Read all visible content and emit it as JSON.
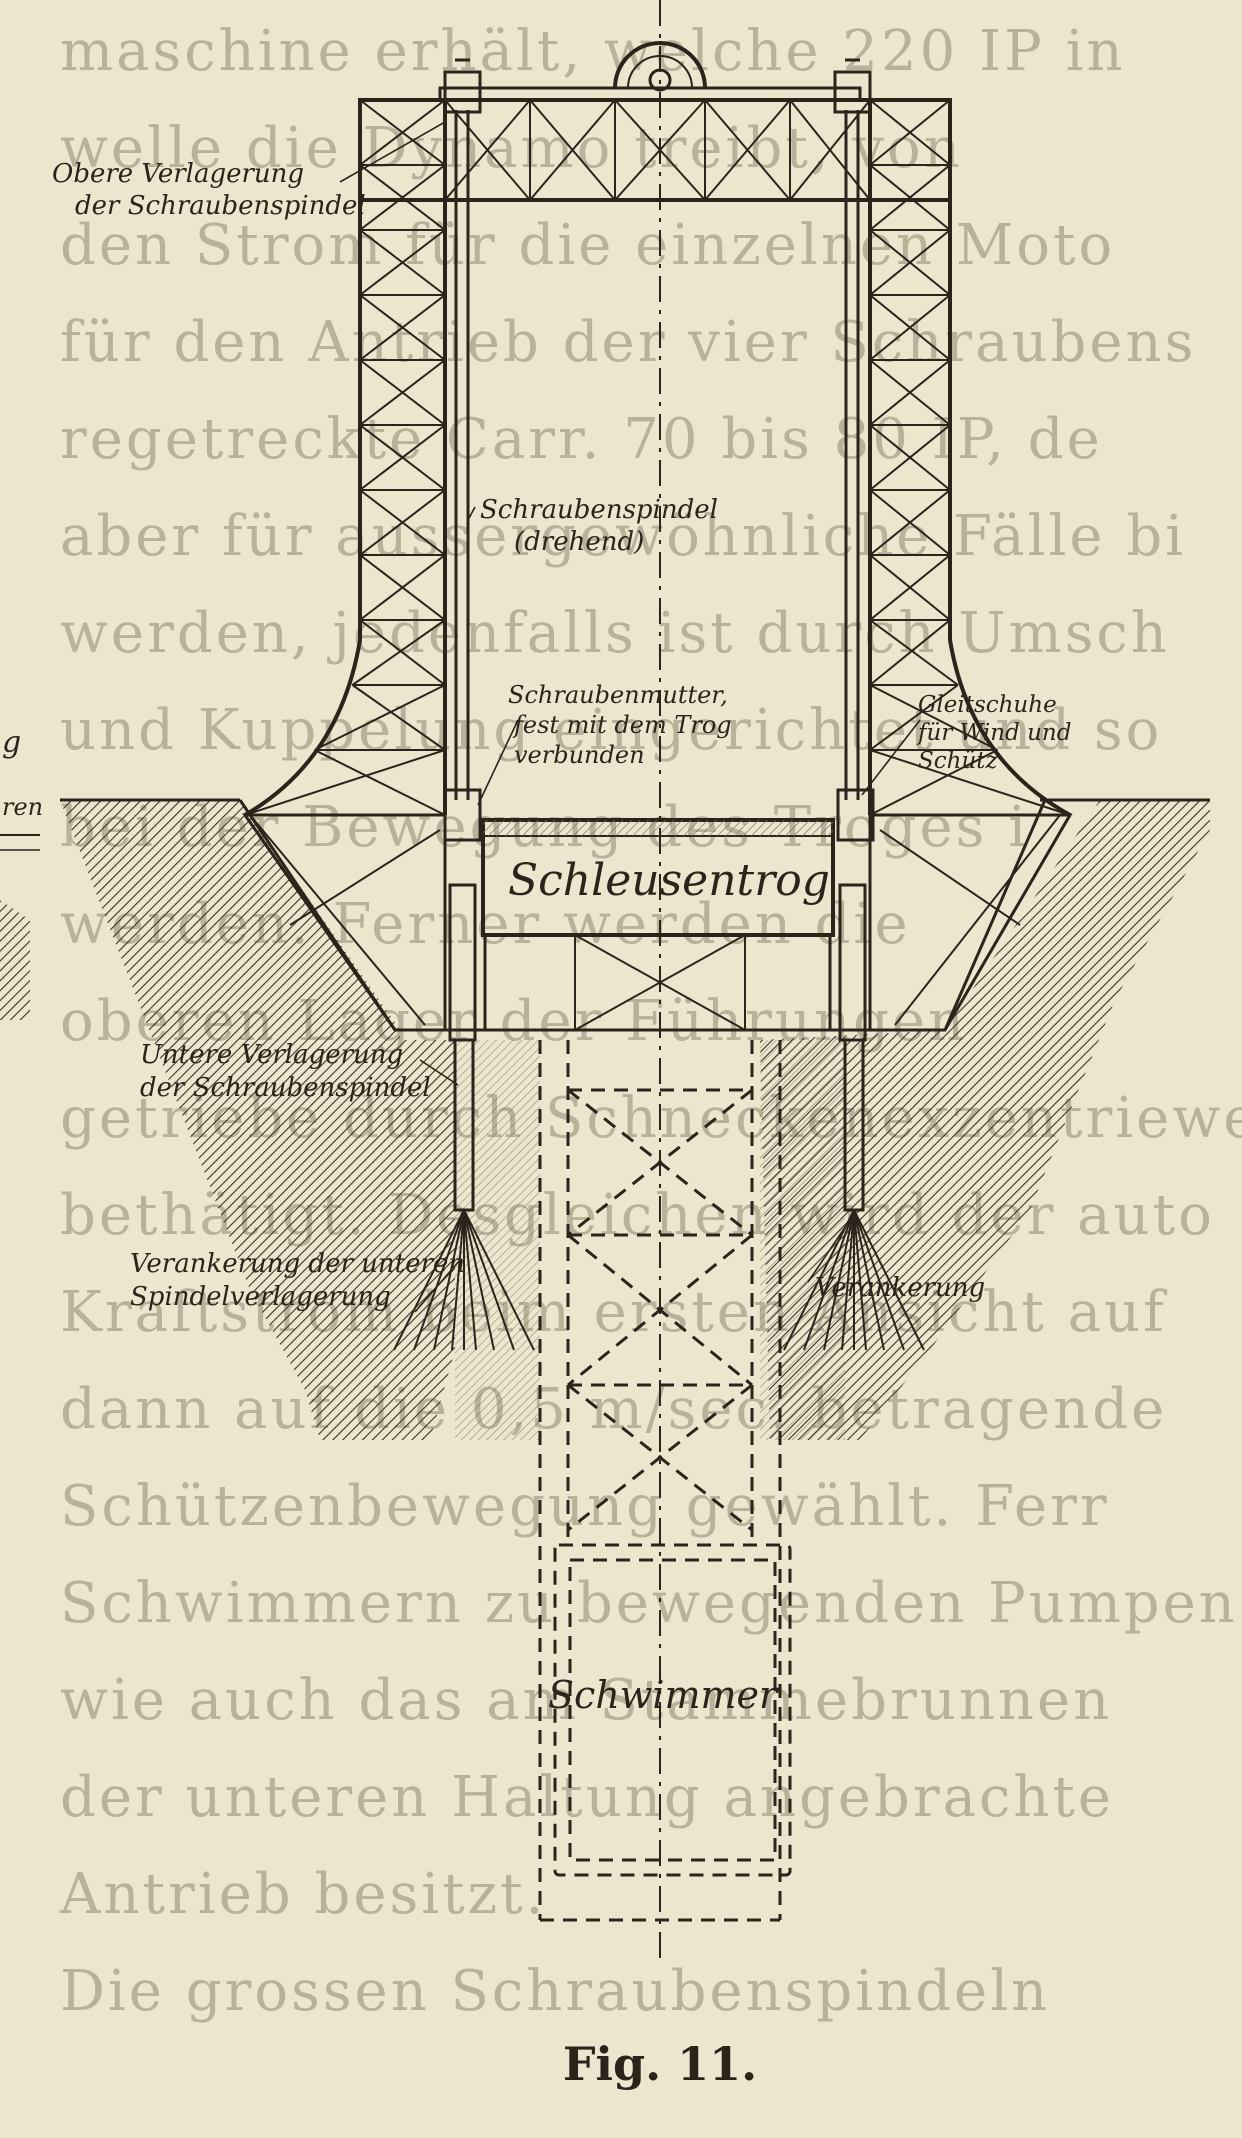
{
  "bleed_through_lines": [
    "maschine erhält, welche 220 IP in",
    "welle die Dynamo treibt, von",
    "den Strom für die einzelnen Moto",
    "für den Antrieb der vier Schraubens",
    "regetreckte Carr. 70 bis 80 IP, de",
    "aber für aussergewöhnliche Fälle bi",
    "werden, jedenfalls ist durch Umsch",
    "und Kuppelung eingerichtet und so",
    "bei der Bewegung des Troges i",
    "werden. Ferner werden die",
    "oberen Lager der Führungen",
    "getriebe durch Schneckenexzentriewer",
    "bethätigt. Desgleichen wird der auto",
    "Kraftstrom beim ersten Ansicht auf",
    "dann auf die 0,5 m/sec. betragende",
    "Schützenbewegung gewählt. Ferr",
    "Schwimmern zu bewegenden Pumpen",
    "wie auch das am Stammebrunnen",
    "der unteren Haltung angebrachte",
    "Antrieb besitzt.",
    "Die grossen Schraubenspindeln"
  ],
  "left_fragment": {
    "glyph": "g",
    "text": "ren"
  },
  "labels": {
    "obere_line1": "Obere Verlagerung",
    "obere_line2": "der Schraubenspindel",
    "spindel_line1": "Schraubenspindel",
    "spindel_line2": "(drehend)",
    "mutter_line1": "Schraubenmutter,",
    "mutter_line2": "fest mit dem Trog",
    "mutter_line3": "verbunden",
    "gleit_line1": "Gleitschuhe",
    "gleit_line2": "für Wind und",
    "gleit_line3": "Schütz",
    "trog": "Schleusentrog",
    "untere_line1": "Untere Verlagerung",
    "untere_line2": "der Schraubenspindel",
    "verank_left_line1": "Verankerung der unteren",
    "verank_left_line2": "Spindelverlagerung",
    "verank_right": "Verankerung",
    "schwimmer": "Schwimmer"
  },
  "caption": "Fig. 11.",
  "colors": {
    "paper": "#ece6cf",
    "ink": "#2a241b",
    "bleed": "#b9b19a"
  }
}
